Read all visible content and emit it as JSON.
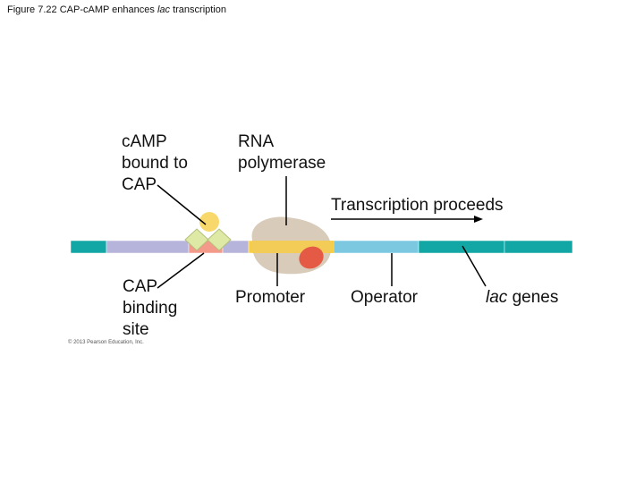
{
  "figure": {
    "title_prefix": "Figure 7.22 CAP-cAMP enhances ",
    "title_italic": "lac",
    "title_suffix": " transcription"
  },
  "labels": {
    "camp": "cAMP\nbound to\nCAP",
    "rna_polymerase": "RNA\npolymerase",
    "transcription": "Transcription proceeds",
    "cap_binding_site": "CAP\nbinding\nsite",
    "promoter": "Promoter",
    "operator": "Operator",
    "lac_italic": "lac",
    "lac_suffix": " genes"
  },
  "copyright": "© 2013 Pearson Education, Inc.",
  "colors": {
    "dna_teal": "#12a7a4",
    "dna_lavender": "#b7b4dc",
    "cap_site": "#f39a8a",
    "promoter": "#f7cd45",
    "operator": "#7cc8e0",
    "cap_protein": "#dde9a5",
    "camp": "#f9d86b",
    "polymerase": "#d8cbb9",
    "polymerase_core": "#e55a44"
  }
}
